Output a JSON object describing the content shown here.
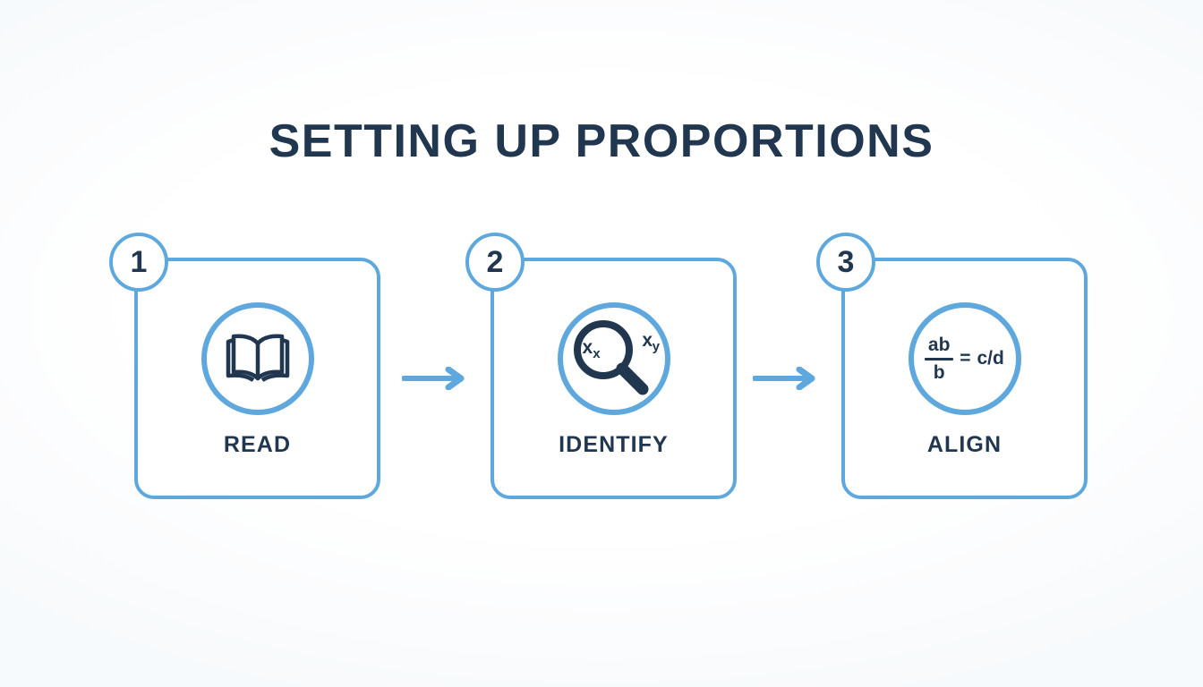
{
  "page": {
    "title": "SETTING UP PROPORTIONS",
    "background_color": "#ffffff",
    "accent_blue": "#5ea8de",
    "text_navy": "#21374f"
  },
  "steps": [
    {
      "number": "1",
      "label": "READ",
      "icon": "open-book-icon",
      "icon_text": ""
    },
    {
      "number": "2",
      "label": "IDENTIFY",
      "icon": "magnifier-icon",
      "icon_text_inner": "x",
      "icon_text_inner_sub": "x",
      "icon_text_outer": "x",
      "icon_text_outer_sub": "y"
    },
    {
      "number": "3",
      "label": "ALIGN",
      "icon": "fraction-formula",
      "formula": {
        "numerator": "ab",
        "denominator": "b",
        "equals": "=",
        "right_side": "c/d"
      }
    }
  ],
  "connectors": [
    {
      "name": "arrow-1",
      "direction": "right"
    },
    {
      "name": "arrow-2",
      "direction": "right"
    }
  ]
}
